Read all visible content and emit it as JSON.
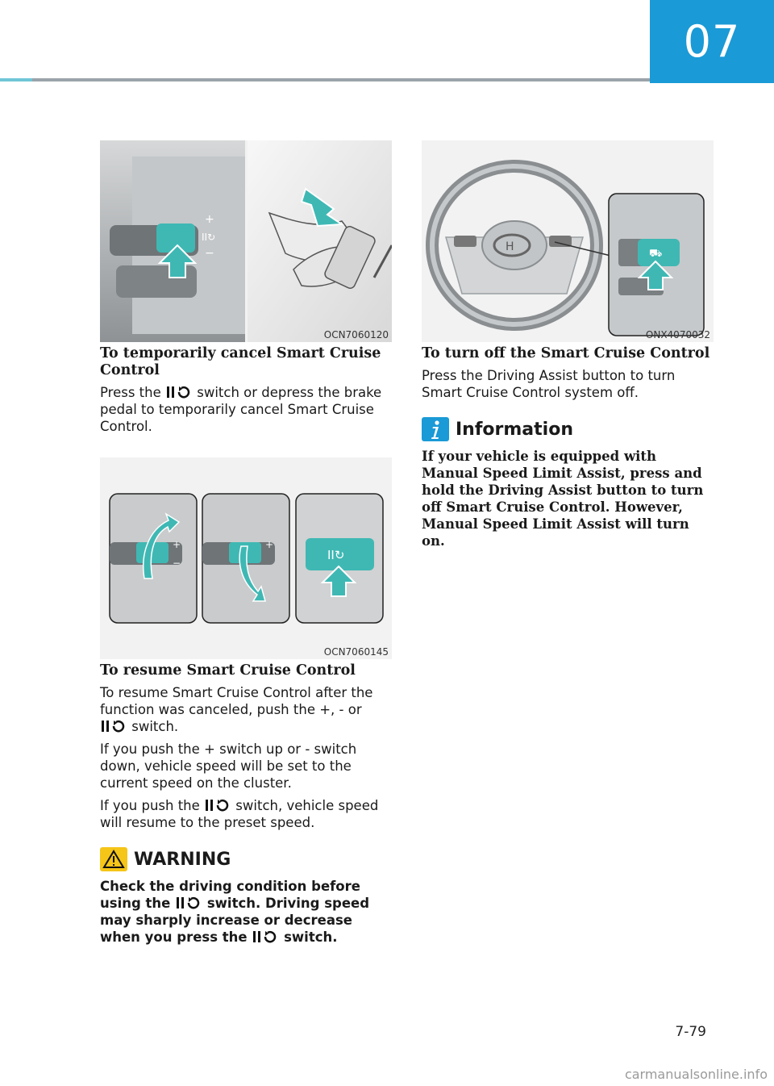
{
  "chapter": "07",
  "page_number": "7-79",
  "watermark": "carmanualsonline.info",
  "left": {
    "fig1_code": "OCN7060120",
    "cancel_heading": "To temporarily cancel Smart Cruise Control",
    "cancel_text_a": "Press the",
    "cancel_text_b": "switch or depress the brake pedal to temporarily cancel Smart Cruise Control.",
    "fig2_code": "OCN7060145",
    "resume_heading": "To resume Smart Cruise Control",
    "resume_p1_a": "To resume Smart Cruise Control after the function was canceled, push the +, - or",
    "resume_p1_b": "switch.",
    "resume_p2": "If you push the + switch up or - switch down, vehicle speed will be set to the current speed on the cluster.",
    "resume_p3_a": "If you push the",
    "resume_p3_b": "switch, vehicle speed will resume to the preset speed.",
    "warning_title": "WARNING",
    "warning_a": "Check the driving condition before using the",
    "warning_b": "switch. Driving speed may sharply increase or decrease when you press the",
    "warning_c": "switch."
  },
  "right": {
    "fig3_code": "ONX4070032",
    "off_heading": "To turn off the Smart Cruise Control",
    "off_text": "Press the Driving Assist button to turn Smart Cruise Control system off.",
    "info_title": "Information",
    "info_text": "If your vehicle is equipped with Manual Speed Limit Assist, press and hold the Driving Assist button to turn off Smart Cruise Control. However, Manual Speed Limit Assist will turn on."
  },
  "colors": {
    "accent": "#1a9ad6",
    "teal": "#3fb8b4",
    "warning": "#f5c518"
  }
}
